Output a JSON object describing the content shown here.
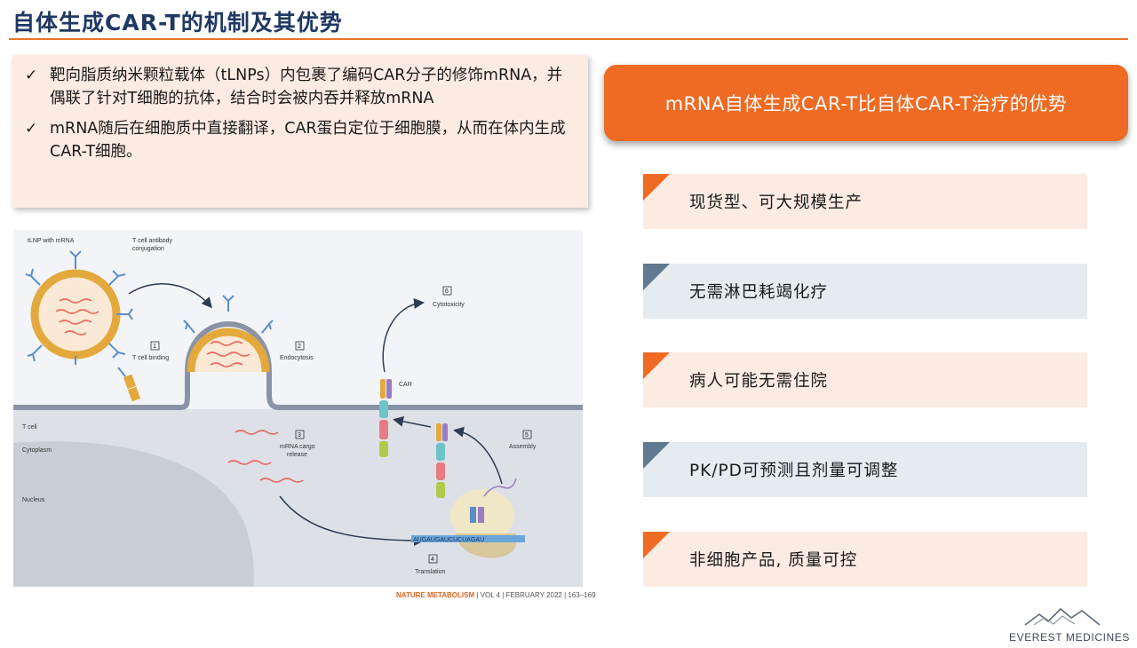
{
  "title": "自体生成CAR-T的机制及其优势",
  "bullets": [
    {
      "check": "✓",
      "text": "靶向脂质纳米颗粒载体（tLNPs）内包裹了编码CAR分子的修饰mRNA，并偶联了针对T细胞的抗体，结合时会被内吞并释放mRNA"
    },
    {
      "check": "✓",
      "text": "mRNA随后在细胞质中直接翻译，CAR蛋白定位于细胞膜，从而在体内生成CAR-T细胞。"
    }
  ],
  "diagram": {
    "labels": {
      "tlnp": "tLNP with mRNA",
      "antibody_1": "T cell antibody",
      "antibody_2": "conjugation",
      "cytotoxicity": "Cytotoxicity",
      "binding": "T cell binding",
      "endocytosis": "Endocytosis",
      "car": "CAR",
      "tcell": "T cell",
      "cytoplasm": "Cytoplasm",
      "nucleus": "Nucleus",
      "release_1": "mRNA cargo",
      "release_2": "release",
      "assembly": "Assembly",
      "translation": "Translation",
      "mrna_seq": "AUGAUGAUCUCUAGAU"
    },
    "steps": {
      "s1": "1",
      "s2": "2",
      "s3": "3",
      "s4": "4",
      "s5": "5",
      "s6": "6"
    }
  },
  "citation": {
    "brand": "NATURE METABOLISM",
    "rest": " | VOL 4 | FEBRUARY 2022 | 163–169"
  },
  "advantages_title": "mRNA自体生成CAR-T比自体CAR-T治疗的优势",
  "advantages": [
    "现货型、可大规模生产",
    "无需淋巴耗竭化疗",
    "病人可能无需住院",
    "PK/PD可预测且剂量可调整",
    "非细胞产品, 质量可控"
  ],
  "logo": {
    "name": "EVEREST MEDICINES"
  },
  "colors": {
    "accent": "#ef6a22",
    "title": "#1f3864",
    "slate": "#5f7a91",
    "peach": "#fcebe2",
    "gray": "#e6ebef"
  }
}
